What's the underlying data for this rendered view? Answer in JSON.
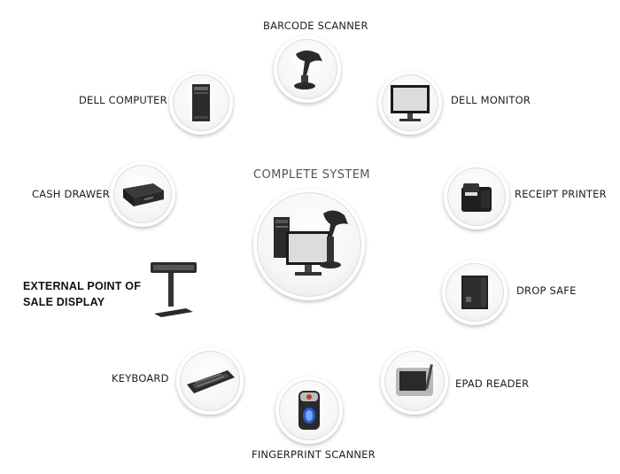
{
  "center": {
    "title": "COMPLETE SYSTEM"
  },
  "components": {
    "barcode_scanner": "BARCODE SCANNER",
    "dell_computer": "DELL COMPUTER",
    "dell_monitor": "DELL MONITOR",
    "cash_drawer": "CASH DRAWER",
    "receipt_printer": "RECEIPT PRINTER",
    "external_display": "EXTERNAL POINT OF SALE DISPLAY",
    "drop_safe": "DROP SAFE",
    "keyboard": "KEYBOARD",
    "epad_reader": "EPAD READER",
    "fingerprint_scanner": "FINGERPRINT SCANNER"
  },
  "icons": {
    "barcode_scanner": "barcode-scanner-icon",
    "dell_computer": "desktop-tower-icon",
    "dell_monitor": "monitor-icon",
    "cash_drawer": "cash-drawer-icon",
    "receipt_printer": "receipt-printer-icon",
    "external_display": "pole-display-icon",
    "drop_safe": "safe-icon",
    "keyboard": "keyboard-icon",
    "epad_reader": "signature-pad-icon",
    "fingerprint_scanner": "fingerprint-scanner-icon"
  }
}
